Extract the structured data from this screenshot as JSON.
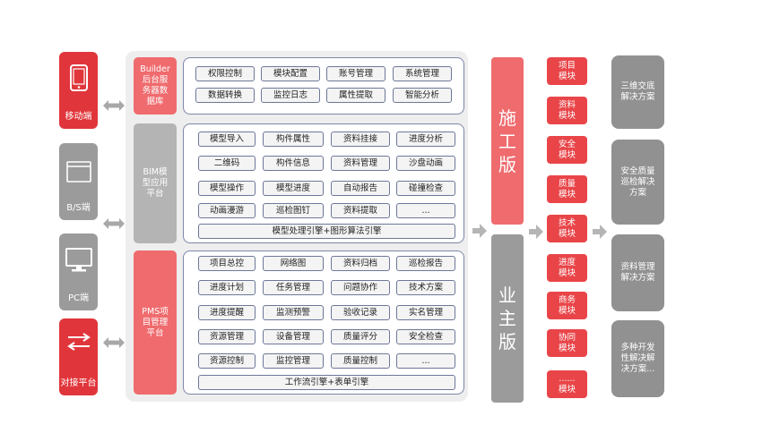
{
  "clients": [
    {
      "label": "移动端",
      "icon": "tablet-icon"
    },
    {
      "label": "B/S端",
      "icon": "browser-window-icon"
    },
    {
      "label": "PC端",
      "icon": "monitor-icon"
    },
    {
      "label": "对接平台",
      "icon": "exchange-arrows-icon"
    }
  ],
  "builder": {
    "label": "Builder\n后台服\n务器数\n据库",
    "items": [
      [
        "权限控制",
        "模块配置",
        "账号管理",
        "系统管理"
      ],
      [
        "数据转换",
        "监控日志",
        "属性提取",
        "智能分析"
      ]
    ]
  },
  "bim": {
    "label": "BIM模\n型应用\n平台",
    "items": [
      [
        "模型导入",
        "构件属性",
        "资料挂接",
        "进度分析"
      ],
      [
        "二维码",
        "构件信息",
        "资料管理",
        "沙盘动画"
      ],
      [
        "模型操作",
        "模型进度",
        "自动报告",
        "碰撞检查"
      ],
      [
        "动画漫游",
        "巡检图钉",
        "资料提取",
        "..."
      ]
    ],
    "engine": "模型处理引擎+图形算法引擎"
  },
  "pms": {
    "label": "PMS项\n目管理\n平台",
    "items": [
      [
        "项目总控",
        "网络图",
        "资料归档",
        "巡检报告"
      ],
      [
        "进度计划",
        "任务管理",
        "问题协作",
        "技术方案"
      ],
      [
        "进度提醒",
        "监测预警",
        "验收记录",
        "实名管理"
      ],
      [
        "资源管理",
        "设备管理",
        "质量评分",
        "安全检查"
      ],
      [
        "资源控制",
        "监控管理",
        "质量控制",
        "..."
      ]
    ],
    "engine": "工作流引擎+表单引擎"
  },
  "editions": {
    "construction": "施\n工\n版",
    "owner": "业\n主\n版"
  },
  "modules": [
    "项目\n模块",
    "资料\n模块",
    "安全\n模块",
    "质量\n模块",
    "技术\n模块",
    "进度\n模块",
    "商务\n模块",
    "协同\n模块",
    "......\n模块"
  ],
  "solutions": [
    "三维交底\n解决方案",
    "安全质量\n巡检解决\n方案",
    "资料管理\n解决方案",
    "多种开发\n性解决解\n决方案..."
  ],
  "colors": {
    "red": "#e0363b",
    "light_red": "#ef6b6e",
    "gray": "#9b9b9b",
    "module_red": "#e94549"
  }
}
